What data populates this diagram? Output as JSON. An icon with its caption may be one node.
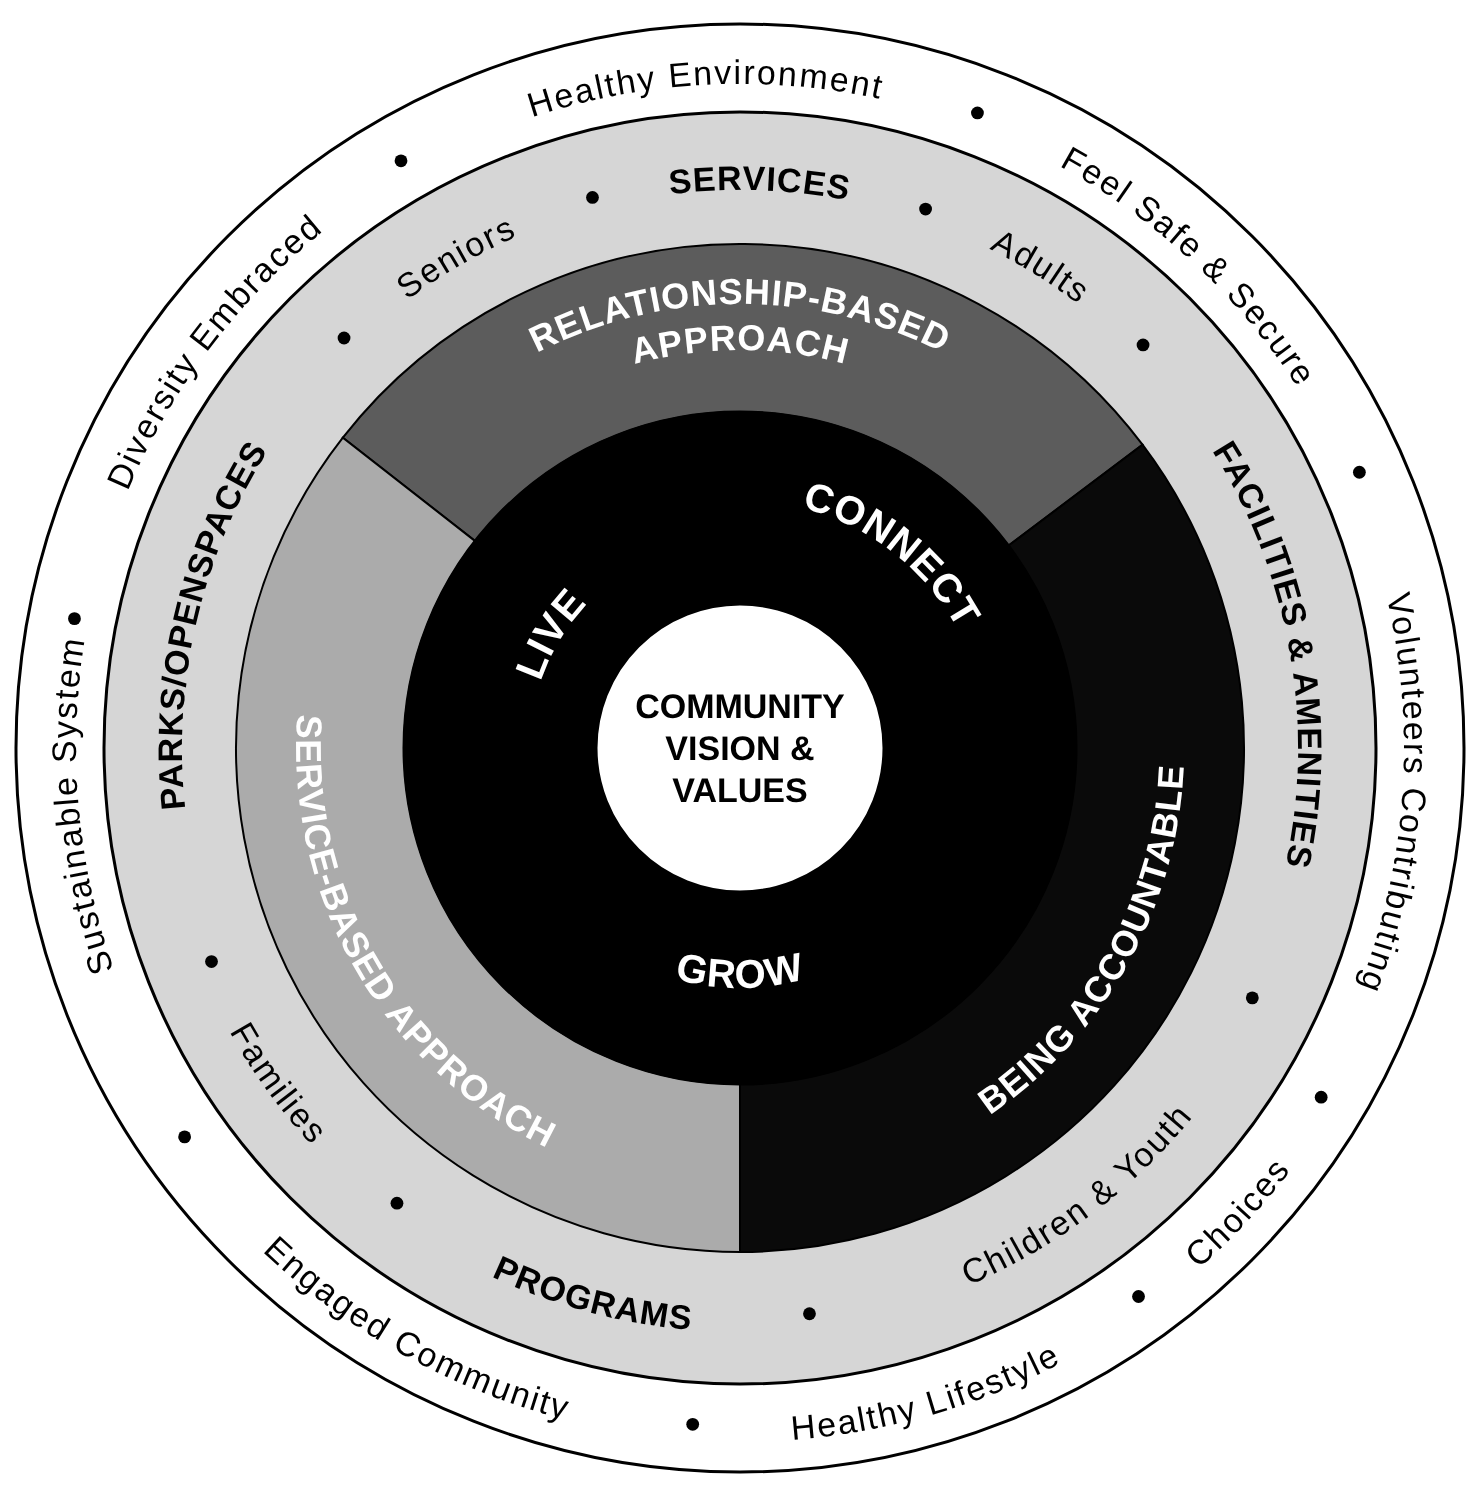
{
  "diagram": {
    "nodes": [
      {
        "text": [
          "Healthy Environment",
          "Feel Safe & Secure",
          "Volunteers Contributing",
          "Choices",
          "Healthy Lifestyle",
          "Engaged Community",
          "Sustainable System",
          "Diversity Embraced"
        ]
      },
      {
        "text": [
          "SERVICES",
          "Adults",
          "FACILITIES & AMENITIES",
          "Children & Youth",
          "PROGRAMS",
          "Families",
          "PARKS/OPENSPACES",
          "Seniors"
        ],
        "in": 0
      },
      {
        "text": [
          "RELATIONSHIP-BASED APPROACH"
        ],
        "in": 1
      },
      {
        "text": [
          "BEING ACCOUNTABLE"
        ],
        "in": 1
      },
      {
        "text": [
          "SERVICE-BASED APPROACH"
        ],
        "in": 1
      },
      {
        "text": [
          "LIVE",
          "CONNECT",
          "GROW"
        ],
        "in": 1
      },
      {
        "text": [
          "COMMUNITY VISION & VALUES"
        ],
        "in": 5
      }
    ]
  }
}
